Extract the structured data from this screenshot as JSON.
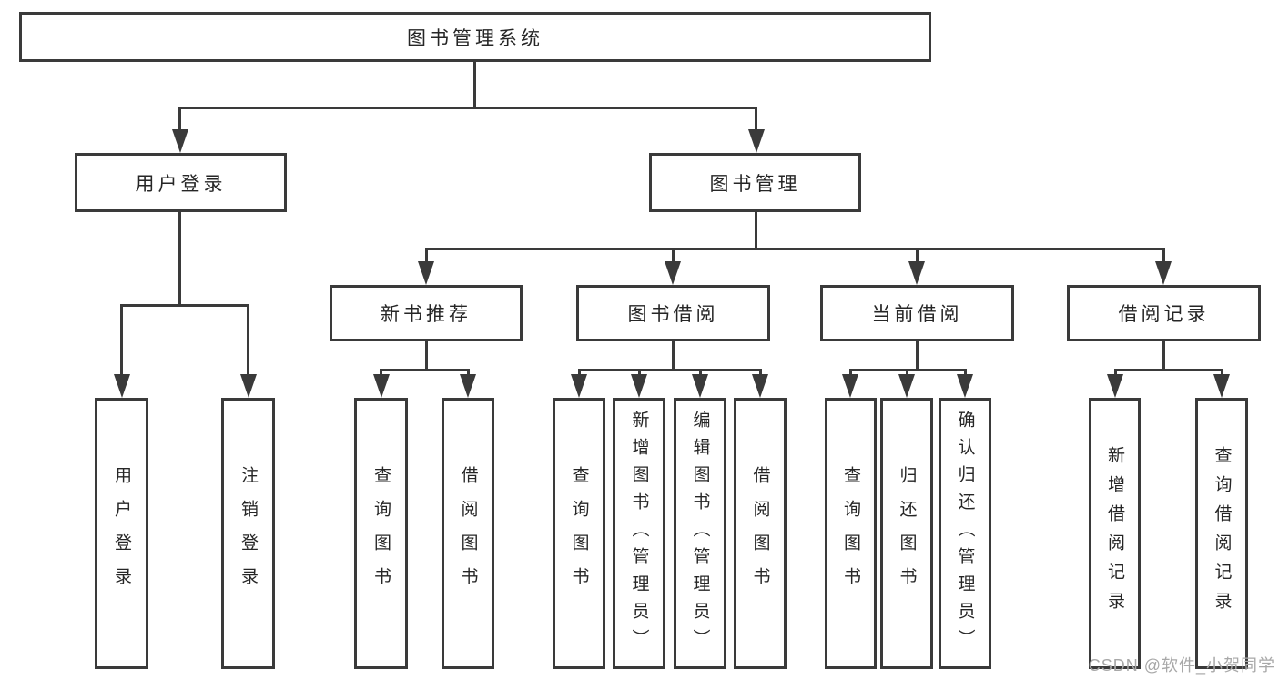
{
  "diagram_title": "图书管理系统",
  "nodes": {
    "root": "图书管理系统",
    "user_login": "用户登录",
    "book_management": "图书管理",
    "new_book_recommend": "新书推荐",
    "book_borrow": "图书借阅",
    "current_borrow": "当前借阅",
    "borrow_records": "借阅记录",
    "leaf_user_login": "用户登录",
    "leaf_logout": "注销登录",
    "leaf_nbr_query_books": "查询图书",
    "leaf_nbr_borrow_books": "借阅图书",
    "leaf_bb_query_books": "查询图书",
    "leaf_bb_add_books": "新增图书（管理员）",
    "leaf_bb_edit_books": "编辑图书（管理员）",
    "leaf_bb_borrow_books": "借阅图书",
    "leaf_cb_query_books": "查询图书",
    "leaf_cb_return_books": "归还图书",
    "leaf_cb_confirm_return": "确认归还（管理员）",
    "leaf_br_add_record": "新增借阅记录",
    "leaf_br_query_record": "查询借阅记录"
  },
  "watermark": "CSDN @软件_小贺同学",
  "colors": {
    "line": "#3a3a3a",
    "text": "#262626",
    "watermark": "#a8a8a8",
    "background": "#ffffff"
  }
}
